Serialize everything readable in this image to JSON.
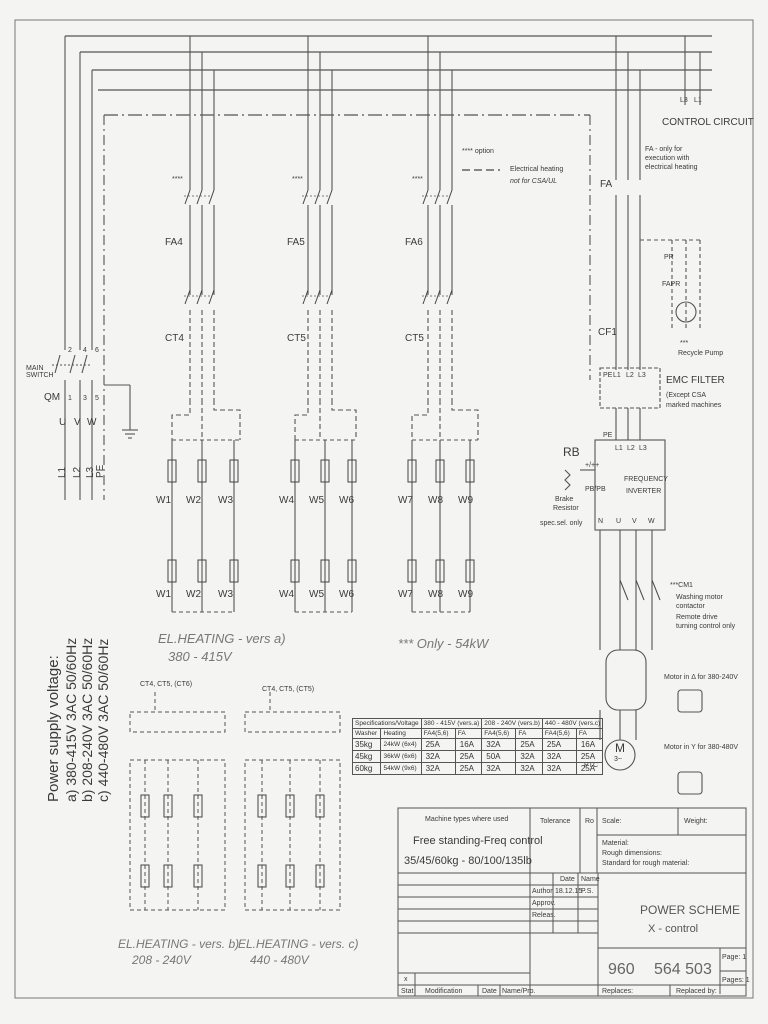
{
  "supply": {
    "title": "Power supply voltage:",
    "a": "a) 380-415V  3AC 50/60Hz",
    "b": "b) 208-240V  3AC 50/60Hz",
    "c": "c) 440-480V  3AC 50/60Hz"
  },
  "main_switch": {
    "label": "MAIN SWITCH",
    "ref": "QM",
    "phases": [
      "U",
      "V",
      "W"
    ],
    "lines": [
      "L1",
      "L2",
      "L3",
      "PE"
    ],
    "terms_top": [
      "2",
      "4",
      "6"
    ],
    "terms_bot": [
      "1",
      "3",
      "5"
    ]
  },
  "top_right_labels": [
    "L3",
    "L1"
  ],
  "control_circuit": "CONTROL CIRCUIT",
  "legend": {
    "option": "**** option",
    "heating": "Electrical heating",
    "heating_note": "not for CSA/UL"
  },
  "fa_note": [
    "FA - only for",
    "execution with",
    "electrical heating"
  ],
  "fuses": [
    "FA4",
    "FA5",
    "FA6"
  ],
  "contactors": [
    "CT4",
    "CT5",
    "CT5"
  ],
  "stars": [
    "****",
    "****",
    "****"
  ],
  "fa": "FA",
  "cf1": "CF1",
  "pump": {
    "pr": "PR",
    "fapr": "FAPR",
    "stars": "***",
    "label": "Recycle Pump"
  },
  "emc": {
    "title": "EMC FILTER",
    "note1": "(Except CSA",
    "note2": "marked machines",
    "terms": [
      "PE",
      "L1",
      "L2",
      "L3"
    ]
  },
  "inverter": {
    "rb": "RB",
    "line1": "FREQUENCY",
    "line2": "INVERTER",
    "brake1": "Brake",
    "brake2": "Resistor",
    "spec": "spec.sel. only",
    "plus": "+/++",
    "pbpb": "PB/PB",
    "terms_top": [
      "PE",
      "L1",
      "L2",
      "L3"
    ],
    "terms_bot": [
      "U",
      "V",
      "W"
    ],
    "n": "N"
  },
  "cm1": {
    "ref": "***CM1",
    "l1": "Washing motor",
    "l2": "contactor",
    "l3": "Remote drive",
    "l4": "turning control only"
  },
  "motor": {
    "label": "M",
    "sub": "3~",
    "pte": "PTC",
    "delta": "Motor in Δ for 380-240V",
    "star": "Motor in Y for 380-480V"
  },
  "heaters_top": [
    "W1",
    "W2",
    "W3",
    "W4",
    "W5",
    "W6",
    "W7",
    "W8",
    "W9"
  ],
  "heaters_bot": [
    "W1",
    "W2",
    "W3",
    "W4",
    "W5",
    "W6",
    "W7",
    "W8",
    "W9"
  ],
  "heating_a": [
    "EL.HEATING - vers a)",
    "380 - 415V"
  ],
  "only54": "*** Only - 54kW",
  "ctgroup_b": "CT4, CT5, (CT6)",
  "ctgroup_c": "CT4, CT5, (CT5)",
  "heating_b": [
    "EL.HEATING - vers. b)",
    "208 - 240V"
  ],
  "heating_c": [
    "EL.HEATING - vers. c)",
    "440 - 480V"
  ],
  "spec_table": {
    "header": [
      "Specifications/Voltage",
      "380 - 415V (vers.a)",
      "208 - 240V (vers.b)",
      "440 - 480V (vers.c)"
    ],
    "subheader": [
      "Washer",
      "Heating",
      "FA4(5,6)",
      "FA",
      "FA4(5,6)",
      "FA",
      "FA4(5,6)",
      "FA"
    ],
    "rows": [
      [
        "35kg",
        "24kW (6x4)",
        "25A",
        "16A",
        "32A",
        "25A",
        "25A",
        "16A"
      ],
      [
        "45kg",
        "36kW (6x6)",
        "32A",
        "25A",
        "50A",
        "32A",
        "32A",
        "25A"
      ],
      [
        "60kg",
        "54kW (9x6)",
        "32A",
        "25A",
        "32A",
        "32A",
        "32A",
        "25A"
      ]
    ]
  },
  "title_block": {
    "types_h": "Machine types where used",
    "types_1": "Free standing-Freq control",
    "types_2": "35/45/60kg - 80/100/135lb",
    "tolerance": "Tolerance",
    "ro": "Ro",
    "scale": "Scale:",
    "weight": "Weight:",
    "material": "Material:",
    "rough": "Rough dimensions:",
    "standard": "Standard for rough material:",
    "date_h": "Date",
    "name_h": "Name",
    "author": "Author",
    "author_date": "18.12.15",
    "author_name": "P.S.",
    "approv": "Approv.",
    "releas": "Releas.",
    "title1": "POWER SCHEME",
    "title2": "X - control",
    "num1": "960",
    "num2": "564 503",
    "page": "Page: 1",
    "pages": "Pages: 1",
    "stat": "Stat",
    "modification": "Modification",
    "date": "Date",
    "namepro": "Name/Pro.",
    "replaces": "Replaces:",
    "replaced": "Replaced by:",
    "x": "x"
  }
}
